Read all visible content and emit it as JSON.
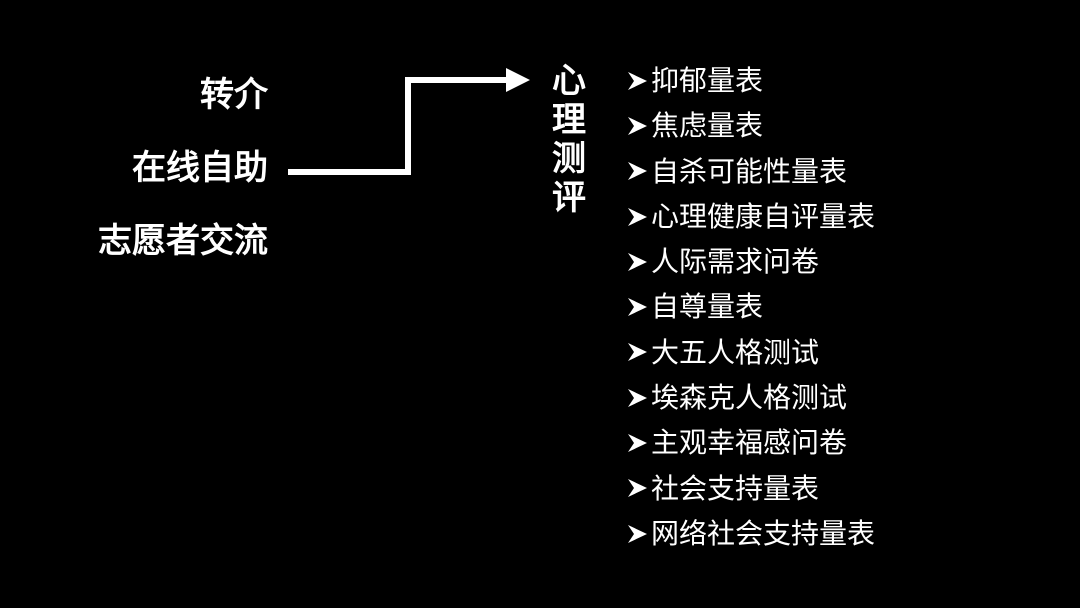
{
  "left_options": [
    "转介",
    "在线自助",
    "志愿者交流"
  ],
  "target": {
    "title_chars": [
      "心",
      "理",
      "测",
      "评"
    ]
  },
  "scales": [
    "抑郁量表",
    "焦虑量表",
    "自杀可能性量表",
    "心理健康自评量表",
    "人际需求问卷",
    "自尊量表",
    "大五人格测试",
    "埃森克人格测试",
    "主观幸福感问卷",
    "社会支持量表",
    "网络社会支持量表"
  ],
  "colors": {
    "background": "#000000",
    "foreground": "#ffffff"
  },
  "icons": {
    "bullet": "arrowhead-bullet-icon",
    "connector": "elbow-arrow-icon"
  }
}
